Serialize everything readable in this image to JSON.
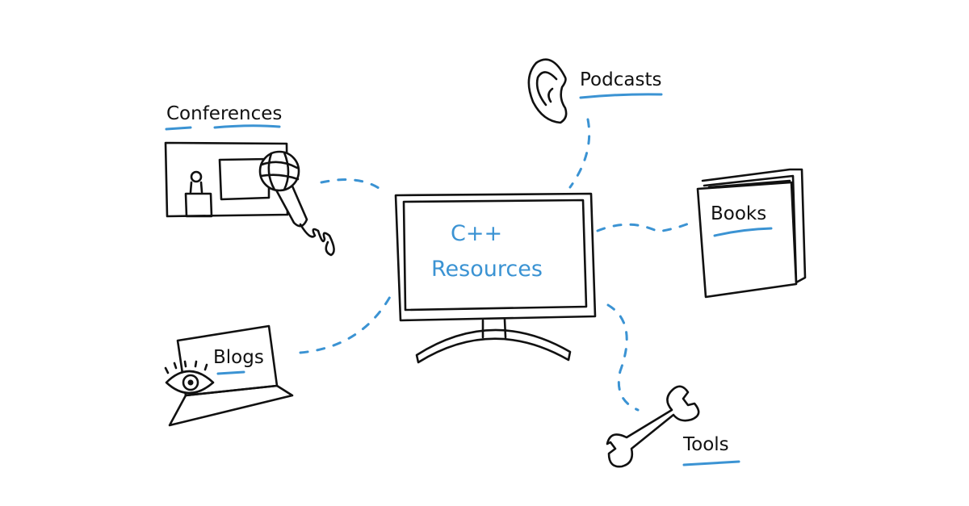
{
  "center": {
    "line1": "C++",
    "line2": "Resources"
  },
  "nodes": {
    "conferences": "Conferences",
    "podcasts": "Podcasts",
    "books": "Books",
    "blogs": "Blogs",
    "tools": "Tools"
  },
  "colors": {
    "ink": "#111111",
    "accent": "#3b93d3",
    "background": "#ffffff"
  }
}
